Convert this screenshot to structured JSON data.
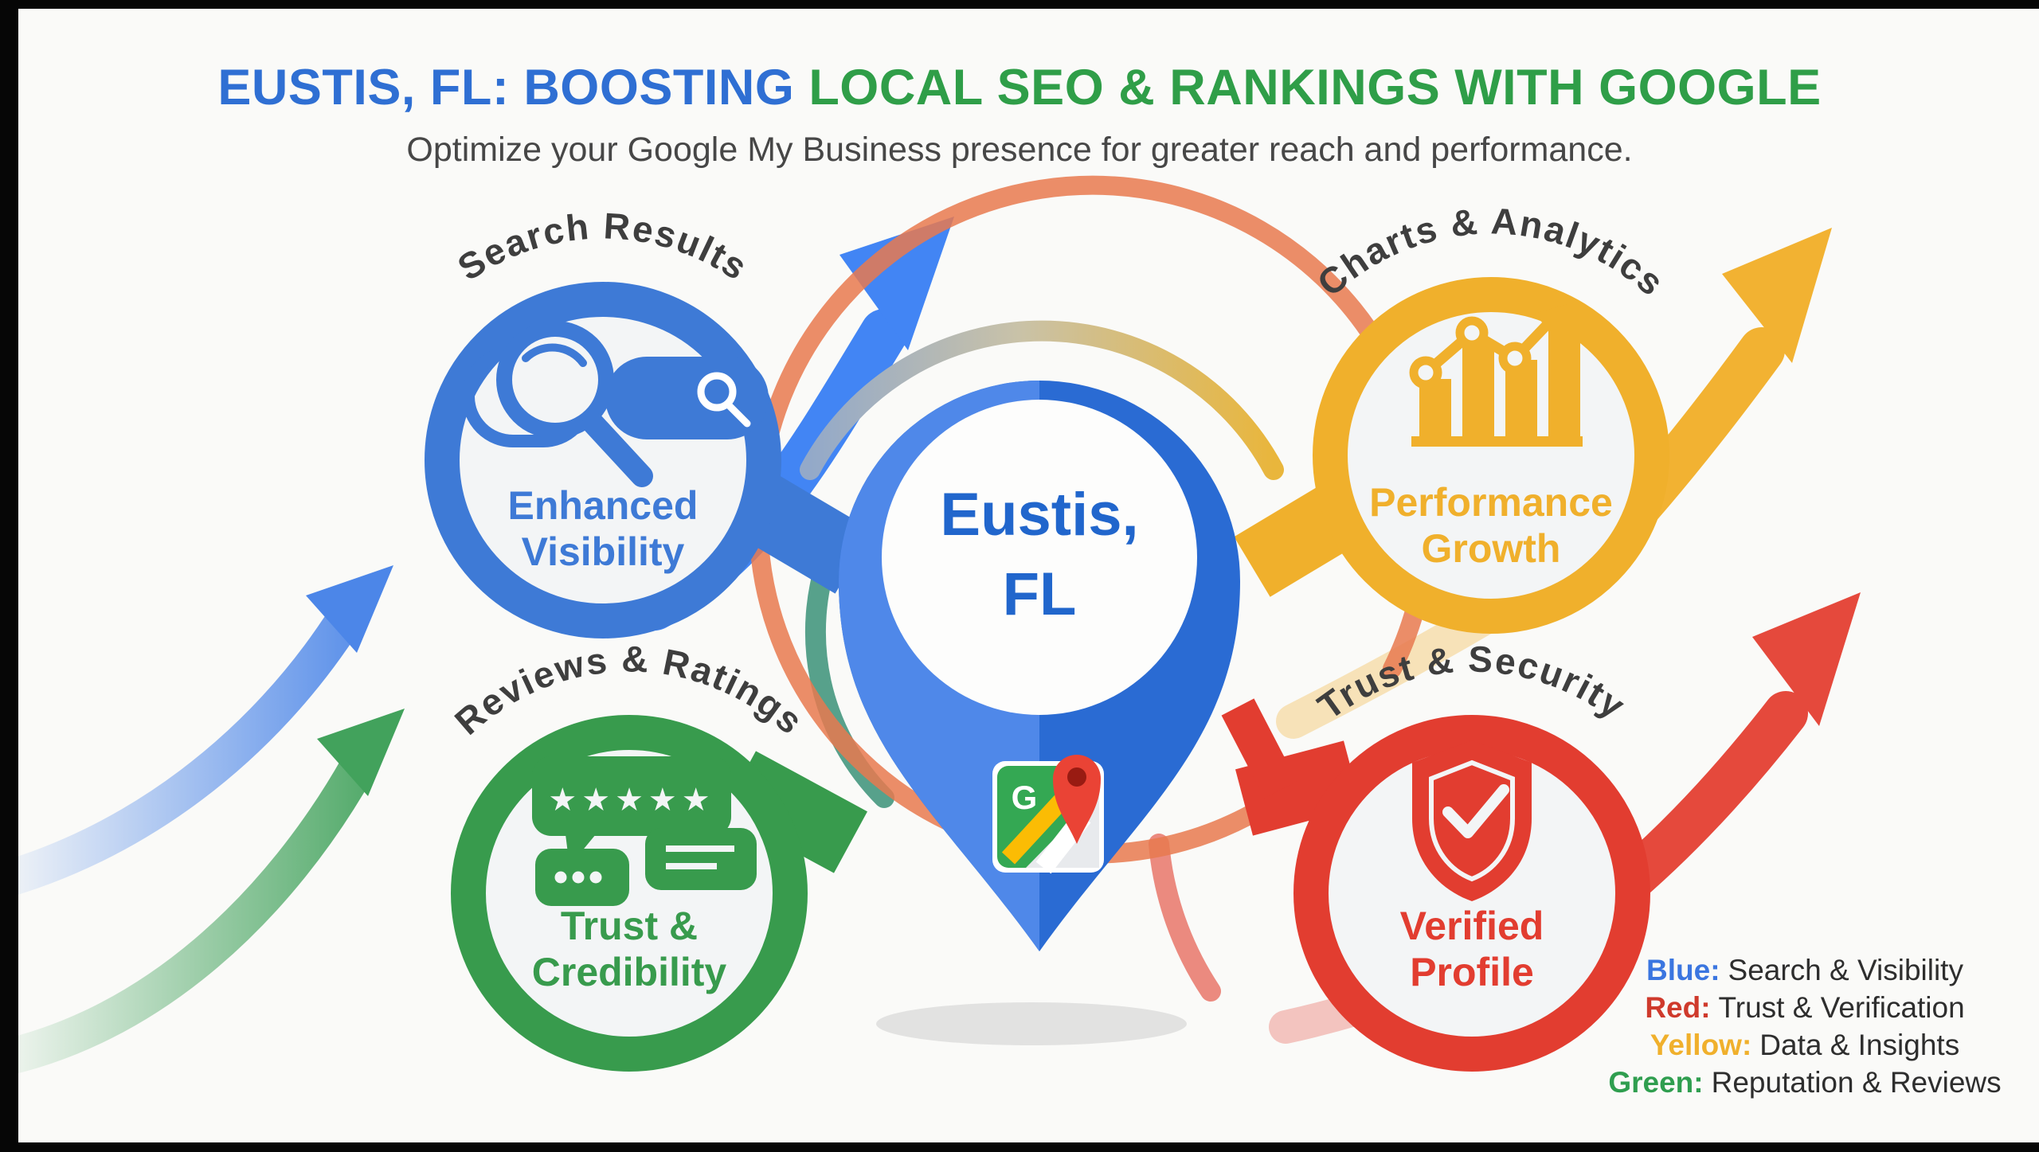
{
  "canvas": {
    "background": "#fafaf8",
    "letterbox_color": "#060606"
  },
  "header": {
    "title_part1": "EUSTIS, FL: BOOSTING",
    "title_part2": "LOCAL SEO & RANKINGS WITH GOOGLE",
    "title_color1": "#2f6fd3",
    "title_color2": "#2f9e48",
    "subtitle": "Optimize your Google My Business presence for greater reach and performance."
  },
  "center_pin": {
    "label_line1": "Eustis,",
    "label_line2": "FL",
    "text_color": "#2166cc",
    "pin_left": "#4f88e9",
    "pin_right": "#2a6bd3",
    "maps_logo_letter": "G"
  },
  "nodes": [
    {
      "arc_label": "Search Results",
      "caption1": "Enhanced",
      "caption2": "Visibility",
      "color": "#3e7ad6",
      "icon": "search-magnifier-icon"
    },
    {
      "arc_label": "Charts & Analytics",
      "caption1": "Performance",
      "caption2": "Growth",
      "color": "#f0b02c",
      "icon": "bar-chart-growth-icon"
    },
    {
      "arc_label": "Reviews & Ratings",
      "caption1": "Trust &",
      "caption2": "Credibility",
      "color": "#389b4d",
      "icon": "chat-stars-icon",
      "stars": "★★★★★"
    },
    {
      "arc_label": "Trust & Security",
      "caption1": "Verified",
      "caption2": "Profile",
      "color": "#e23d30",
      "icon": "shield-check-icon"
    }
  ],
  "legend": [
    {
      "label": "Blue:",
      "text": "Search & Visibility",
      "color": "#3b76e0"
    },
    {
      "label": "Red:",
      "text": "Trust & Verification",
      "color": "#cf3a2c"
    },
    {
      "label": "Yellow:",
      "text": "Data & Insights",
      "color": "#f0b02c"
    },
    {
      "label": "Green:",
      "text": "Reputation & Reviews",
      "color": "#2f9e4f"
    }
  ]
}
